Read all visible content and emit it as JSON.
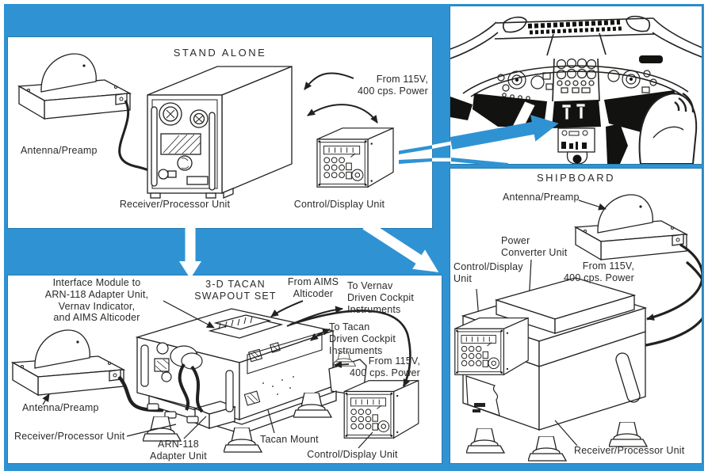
{
  "colors": {
    "background_blue": "#2f93d3",
    "panel_white": "#ffffff",
    "line_black": "#21211f",
    "text": "#2a2a28"
  },
  "panels": {
    "stand_alone": {
      "title": "STAND ALONE",
      "labels": {
        "antenna": "Antenna/Preamp",
        "receiver": "Receiver/Processor Unit",
        "control": "Control/Display Unit",
        "power": "From 115V,\n400 cps. Power"
      }
    },
    "shipboard": {
      "title": "SHIPBOARD",
      "labels": {
        "antenna": "Antenna/Preamp",
        "power_converter": "Power\nConverter Unit",
        "control": "Control/Display\nUnit",
        "power": "From 115V,\n400 cps. Power",
        "receiver": "Receiver/Processor Unit"
      }
    },
    "swapout": {
      "title": "3-D TACAN\nSWAPOUT SET",
      "labels": {
        "interface": "Interface Module to\nARN-118 Adapter Unit,\nVernav Indicator,\nand AIMS Alticoder",
        "aims": "From AIMS\nAlticoder",
        "vernav": "To Vernav\nDriven Cockpit\nInstruments",
        "tacan": "To Tacan\nDriven Cockpit\nInstruments",
        "power": "From 115V,\n400 cps. Power",
        "antenna": "Antenna/Preamp",
        "receiver": "Receiver/Processor Unit",
        "arn": "ARN-118\nAdapter Unit",
        "tacan_mount": "Tacan Mount",
        "control": "Control/Display Unit"
      }
    }
  }
}
